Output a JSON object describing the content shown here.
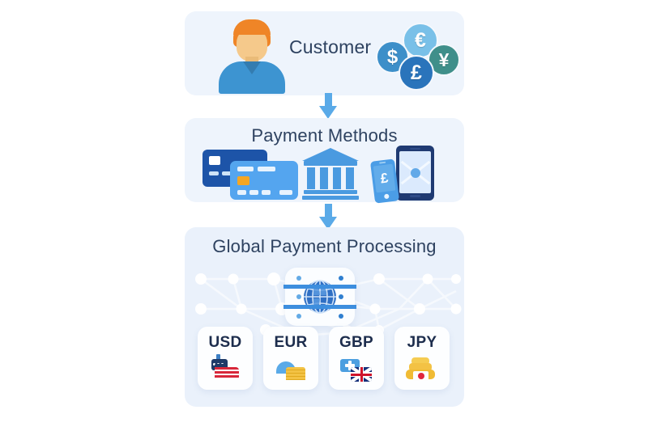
{
  "diagram": {
    "title_colors": {
      "heading": "#2e4260",
      "panel_bg": "#eef4fc",
      "panel_bg_alt": "#eaf1fb",
      "arrow": "#5aaae8",
      "page_bg": "#ffffff"
    },
    "sections": [
      {
        "id": "customer",
        "title": "Customer",
        "icons": [
          "customer-avatar-icon",
          "currency-coins-icon"
        ]
      },
      {
        "id": "payment-methods",
        "title": "Payment Methods",
        "icons": [
          "credit-cards-icon",
          "bank-icon",
          "mobile-payment-icon"
        ]
      },
      {
        "id": "global-payment-processing",
        "title": "Global Payment Processing",
        "icons": [
          "globe-server-icon",
          "network-mesh-icon"
        ]
      }
    ],
    "coins": [
      {
        "symbol": "€",
        "name": "euro-coin",
        "color": "#79c0e8"
      },
      {
        "symbol": "$",
        "name": "dollar-coin",
        "color": "#3d8fc9"
      },
      {
        "symbol": "¥",
        "name": "yen-coin",
        "color": "#3f8f8a"
      },
      {
        "symbol": "£",
        "name": "pound-coin",
        "color": "#2a74bb"
      }
    ],
    "phone_symbol": "£",
    "currencies": [
      {
        "code": "USD",
        "icon": "us-flag-icon"
      },
      {
        "code": "EUR",
        "icon": "euro-coins-icon"
      },
      {
        "code": "GBP",
        "icon": "uk-flag-icon"
      },
      {
        "code": "JPY",
        "icon": "jp-flag-coins-icon"
      }
    ],
    "arrows": [
      {
        "name": "arrow-customer-to-methods"
      },
      {
        "name": "arrow-methods-to-processing"
      }
    ]
  }
}
